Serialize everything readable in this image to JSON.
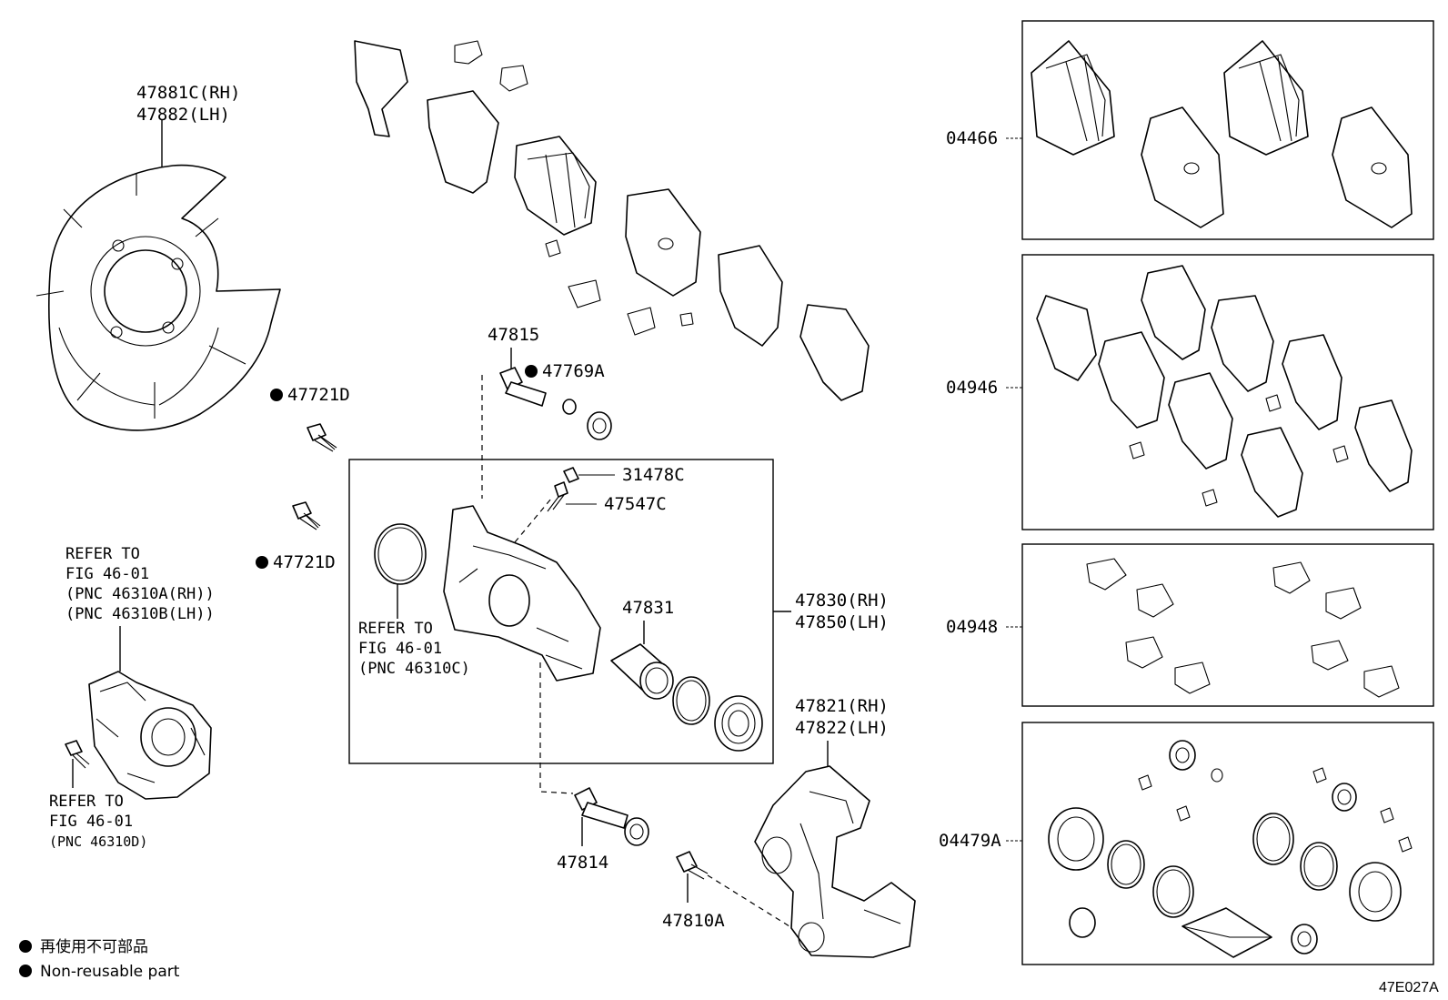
{
  "diagram": {
    "labels": {
      "shield_rh": "47881C(RH)",
      "shield_lh": "47882(LH)",
      "pin_upper": "47815",
      "bushing_upper": "47769A",
      "bolt_a": "47721D",
      "bolt_b": "47721D",
      "cap": "31478C",
      "bleeder": "47547C",
      "caliper_rh": "47830(RH)",
      "caliper_lh": "47850(LH)",
      "piston": "47831",
      "mount_rh": "47821(RH)",
      "mount_lh": "47822(LH)",
      "pin_lower": "47814",
      "mount_bolt": "47810A",
      "kit_pads": "04466",
      "kit_shims": "04946",
      "kit_clips": "04948",
      "kit_seals": "04479A"
    },
    "refer_motor": {
      "l1": "REFER TO",
      "l2": "FIG 46-01",
      "l3": "(PNC 46310A(RH))",
      "l4": "(PNC 46310B(LH))"
    },
    "refer_seal": {
      "l1": "REFER TO",
      "l2": "FIG 46-01",
      "l3": "(PNC 46310C)"
    },
    "refer_bolt": {
      "l1": "REFER TO",
      "l2": "FIG 46-01",
      "l3": "(PNC 46310D)"
    },
    "legend": {
      "jp": "再使用不可部品",
      "en": "Non-reusable part"
    },
    "figure_code": "47E027A"
  }
}
